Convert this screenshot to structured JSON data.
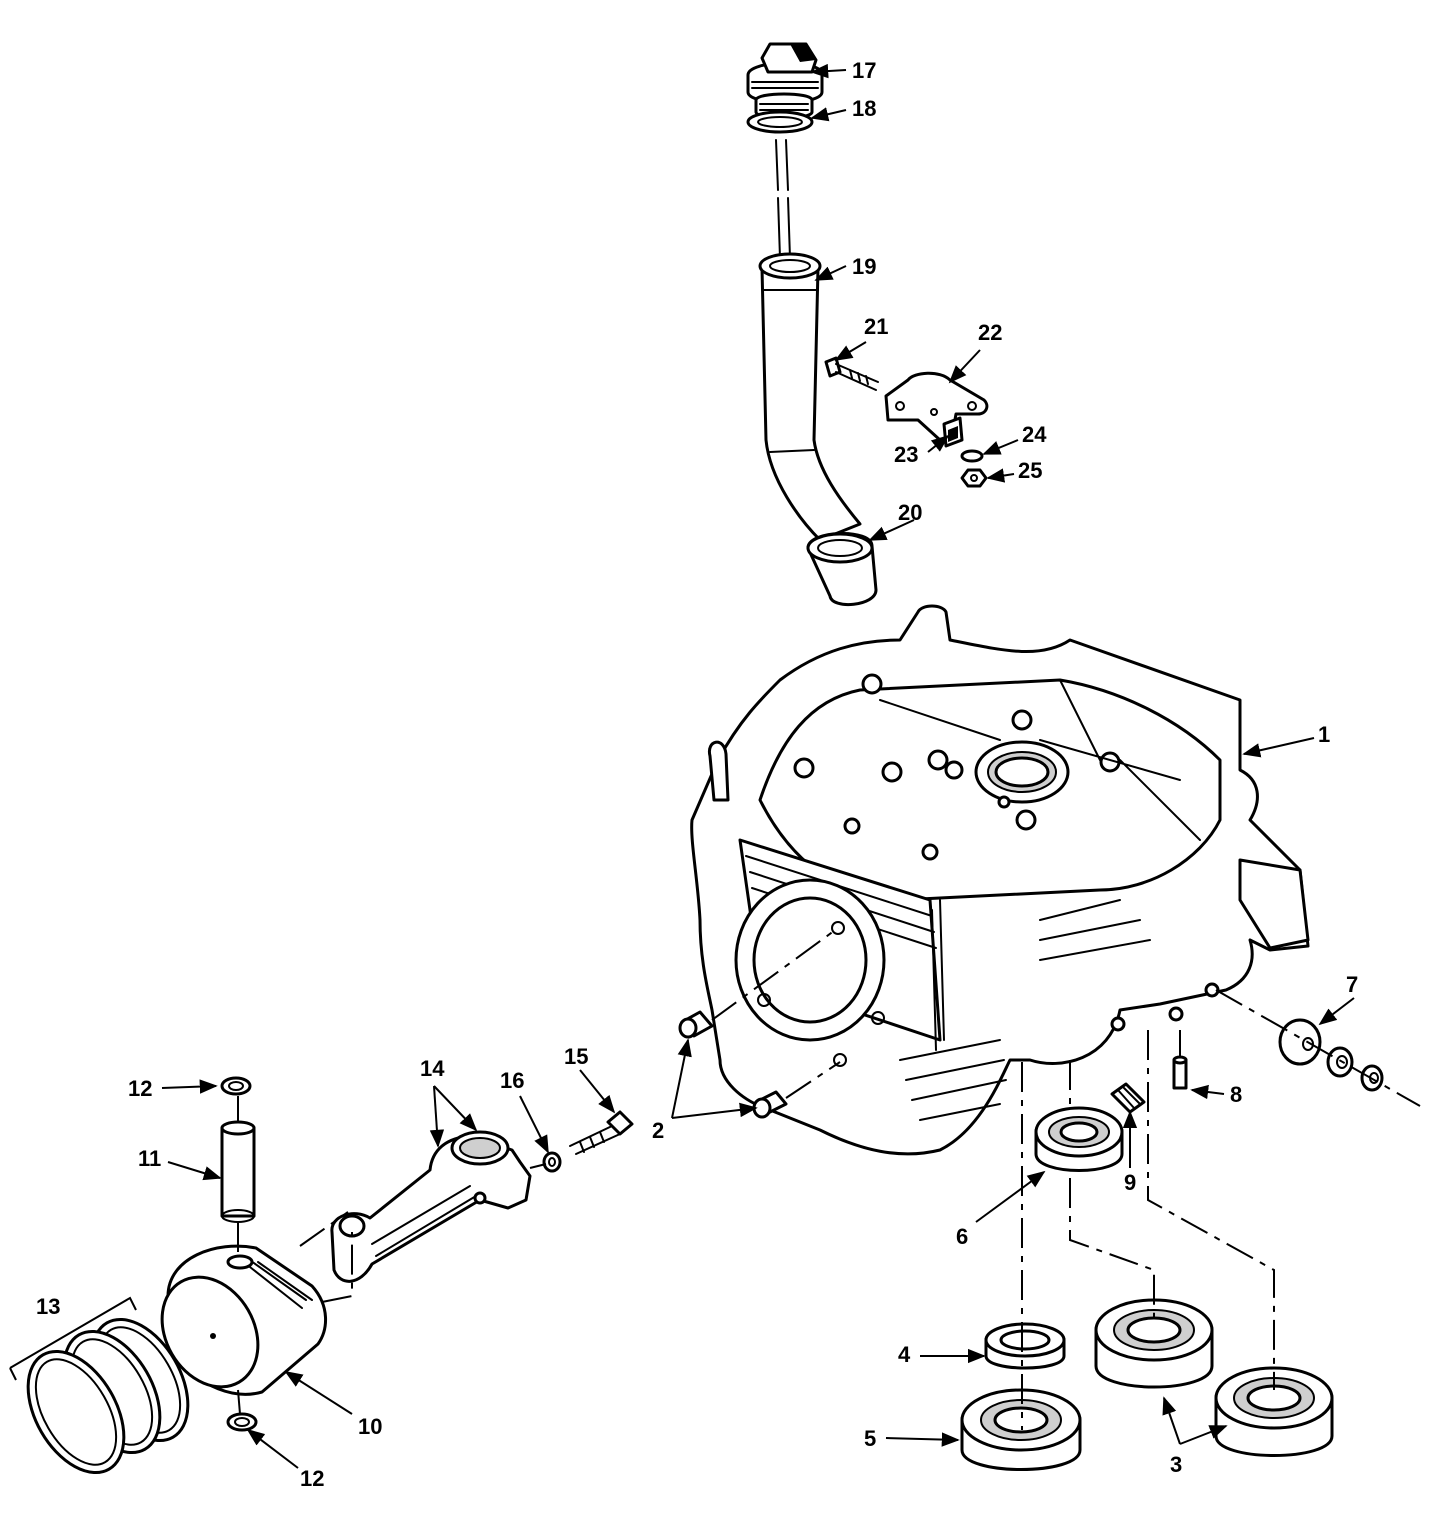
{
  "labels": {
    "p1": "1",
    "p2": "2",
    "p3": "3",
    "p4": "4",
    "p5": "5",
    "p6": "6",
    "p7": "7",
    "p8": "8",
    "p9": "9",
    "p10": "10",
    "p11": "11",
    "p12a": "12",
    "p12b": "12",
    "p13": "13",
    "p14": "14",
    "p15": "15",
    "p16": "16",
    "p17": "17",
    "p18": "18",
    "p19": "19",
    "p20": "20",
    "p21": "21",
    "p22": "22",
    "p23": "23",
    "p24": "24",
    "p25": "25"
  },
  "colors": {
    "ink": "#000000",
    "paper": "#ffffff"
  }
}
